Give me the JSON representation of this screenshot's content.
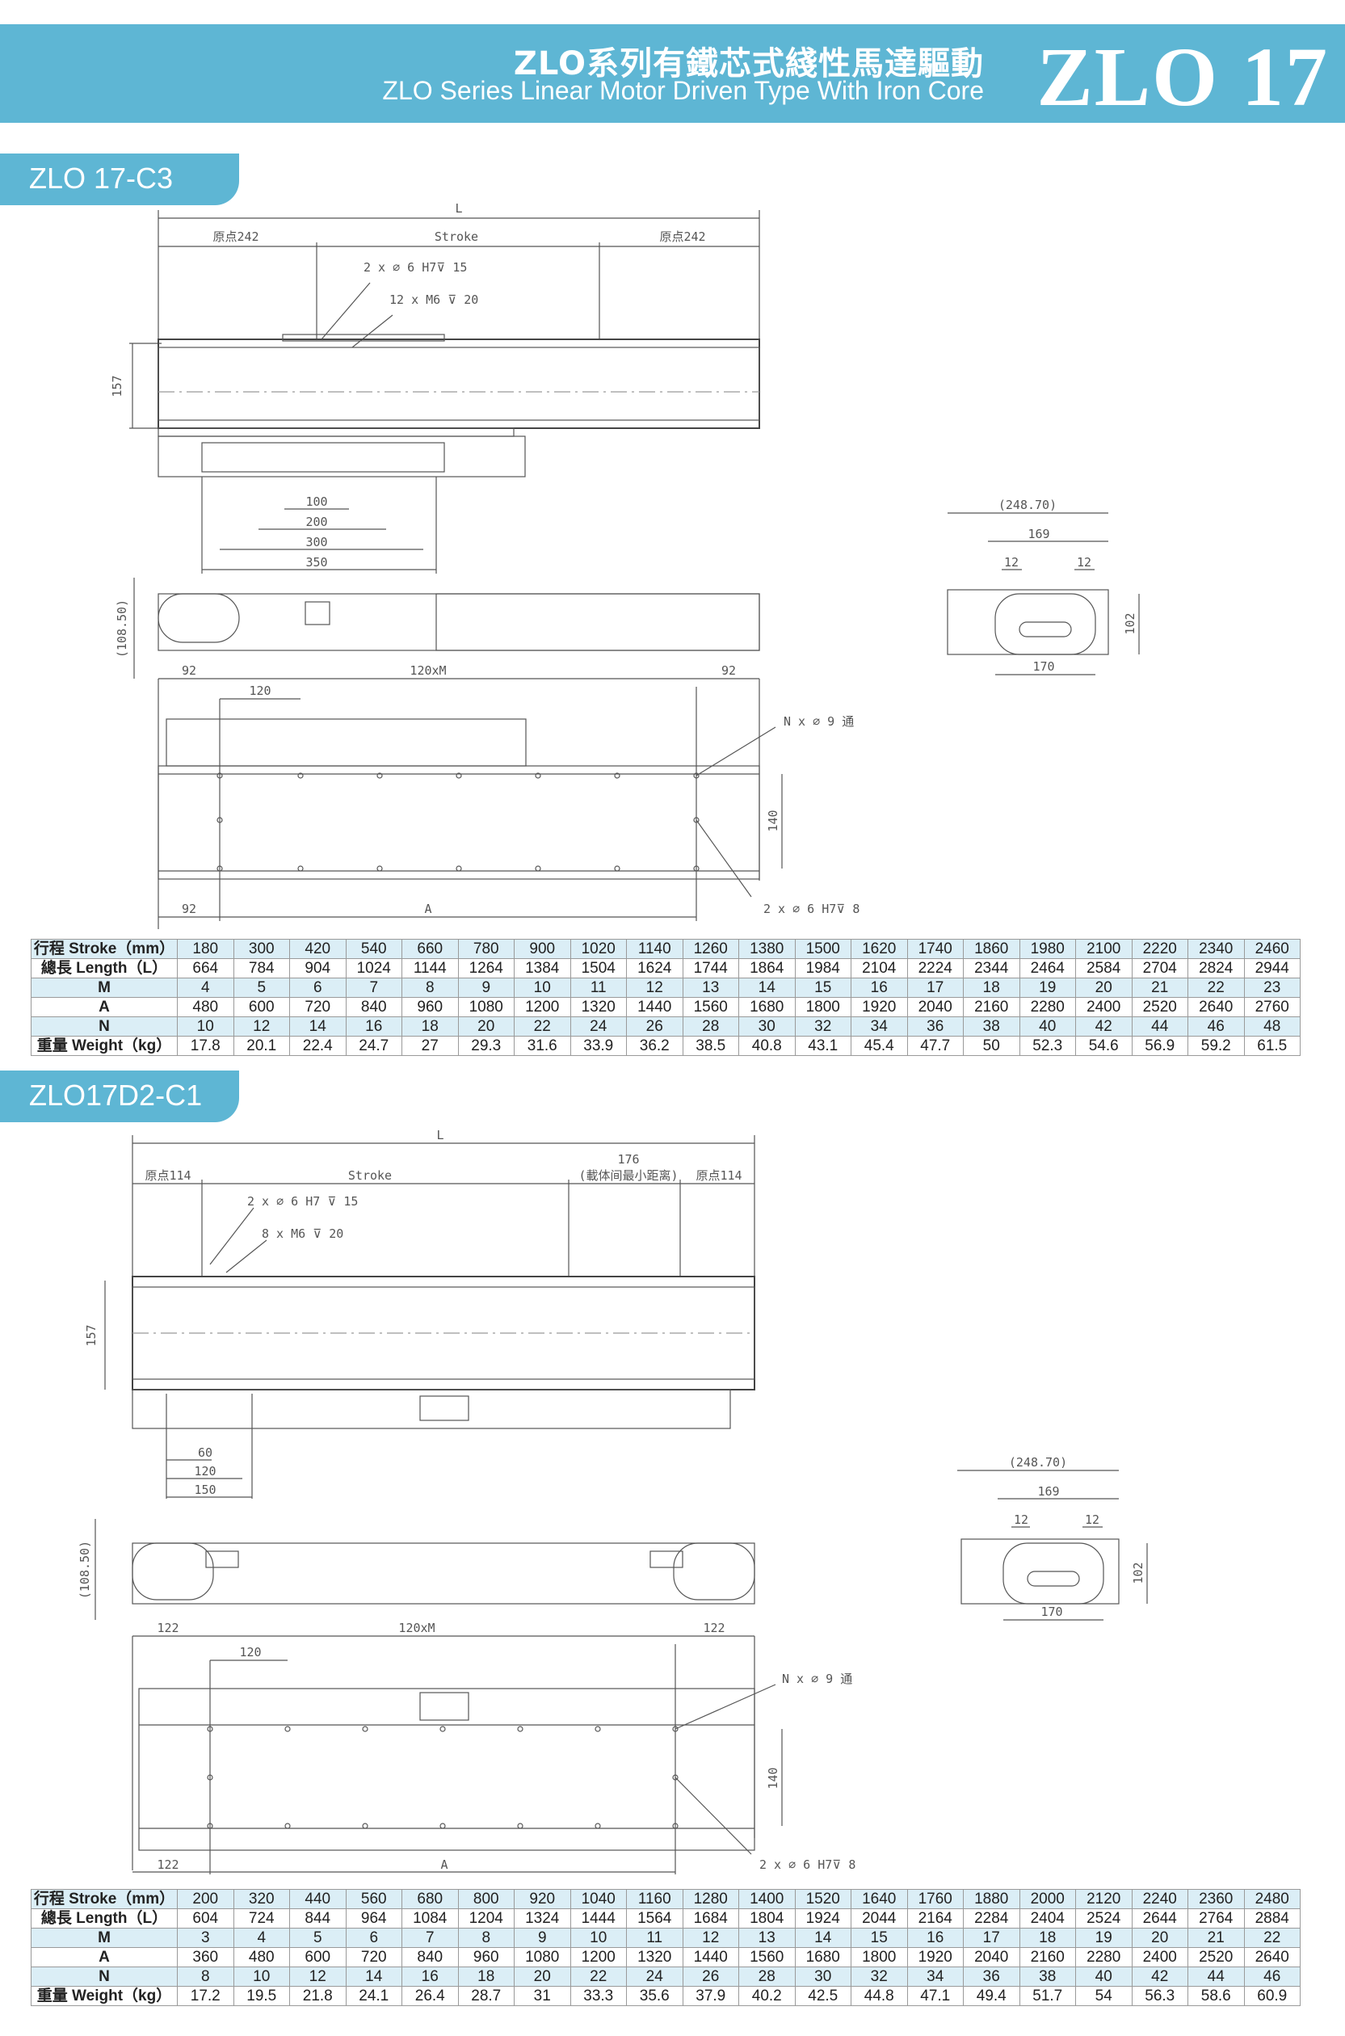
{
  "header": {
    "title_zh": "ZLO系列有鐵芯式綫性馬達驅動",
    "title_en": "ZLO Series Linear Motor Driven Type With Iron Core",
    "model": "ZLO 17"
  },
  "sections": [
    {
      "tab_label": "ZLO 17-C3",
      "dims": {
        "L": "L",
        "origin_left": "原点242",
        "stroke": "Stroke",
        "origin_right": "原点242",
        "hole1": "2 x ∅ 6 H7⊽ 15",
        "hole2": "12 x M6 ⊽ 20",
        "h157": "157",
        "d100": "100",
        "d200": "200",
        "d300": "300",
        "d350": "350",
        "h108": "(108.50)",
        "e92a": "92",
        "pitch": "120xM",
        "e92b": "92",
        "d120": "120",
        "nholes": "N x ∅ 9 通",
        "h140": "140",
        "e92c": "92",
        "a": "A",
        "pin": "2 x ∅ 6 H7⊽ 8",
        "w248": "(248.70)",
        "w169": "169",
        "w12a": "12",
        "w12b": "12",
        "h102": "102",
        "w170": "170"
      },
      "table": {
        "rows": [
          {
            "label": "行程 Stroke（mm）",
            "values": [
              "180",
              "300",
              "420",
              "540",
              "660",
              "780",
              "900",
              "1020",
              "1140",
              "1260",
              "1380",
              "1500",
              "1620",
              "1740",
              "1860",
              "1980",
              "2100",
              "2220",
              "2340",
              "2460"
            ]
          },
          {
            "label": "總長 Length（L）",
            "values": [
              "664",
              "784",
              "904",
              "1024",
              "1144",
              "1264",
              "1384",
              "1504",
              "1624",
              "1744",
              "1864",
              "1984",
              "2104",
              "2224",
              "2344",
              "2464",
              "2584",
              "2704",
              "2824",
              "2944"
            ]
          },
          {
            "label": "M",
            "values": [
              "4",
              "5",
              "6",
              "7",
              "8",
              "9",
              "10",
              "11",
              "12",
              "13",
              "14",
              "15",
              "16",
              "17",
              "18",
              "19",
              "20",
              "21",
              "22",
              "23"
            ]
          },
          {
            "label": "A",
            "values": [
              "480",
              "600",
              "720",
              "840",
              "960",
              "1080",
              "1200",
              "1320",
              "1440",
              "1560",
              "1680",
              "1800",
              "1920",
              "2040",
              "2160",
              "2280",
              "2400",
              "2520",
              "2640",
              "2760"
            ]
          },
          {
            "label": "N",
            "values": [
              "10",
              "12",
              "14",
              "16",
              "18",
              "20",
              "22",
              "24",
              "26",
              "28",
              "30",
              "32",
              "34",
              "36",
              "38",
              "40",
              "42",
              "44",
              "46",
              "48"
            ]
          },
          {
            "label": "重量 Weight（kg）",
            "values": [
              "17.8",
              "20.1",
              "22.4",
              "24.7",
              "27",
              "29.3",
              "31.6",
              "33.9",
              "36.2",
              "38.5",
              "40.8",
              "43.1",
              "45.4",
              "47.7",
              "50",
              "52.3",
              "54.6",
              "56.9",
              "59.2",
              "61.5"
            ]
          }
        ]
      }
    },
    {
      "tab_label": "ZLO17D2-C1",
      "dims": {
        "L": "L",
        "origin_left": "原点114",
        "stroke": "Stroke",
        "d176": "176",
        "min_gap": "(載体间最小距离)",
        "origin_right": "原点114",
        "hole1": "2 x ∅ 6 H7 ⊽ 15",
        "hole2": "8 x M6 ⊽ 20",
        "h157": "157",
        "d60": "60",
        "d120b": "120",
        "d150": "150",
        "h108": "(108.50)",
        "e122a": "122",
        "pitch": "120xM",
        "e122b": "122",
        "d120": "120",
        "nholes": "N x ∅ 9 通",
        "h140": "140",
        "e122c": "122",
        "a": "A",
        "pin": "2 x ∅ 6 H7⊽ 8",
        "w248": "(248.70)",
        "w169": "169",
        "w12a": "12",
        "w12b": "12",
        "h102": "102",
        "w170": "170"
      },
      "table": {
        "rows": [
          {
            "label": "行程 Stroke（mm）",
            "values": [
              "200",
              "320",
              "440",
              "560",
              "680",
              "800",
              "920",
              "1040",
              "1160",
              "1280",
              "1400",
              "1520",
              "1640",
              "1760",
              "1880",
              "2000",
              "2120",
              "2240",
              "2360",
              "2480"
            ]
          },
          {
            "label": "總長 Length（L）",
            "values": [
              "604",
              "724",
              "844",
              "964",
              "1084",
              "1204",
              "1324",
              "1444",
              "1564",
              "1684",
              "1804",
              "1924",
              "2044",
              "2164",
              "2284",
              "2404",
              "2524",
              "2644",
              "2764",
              "2884"
            ]
          },
          {
            "label": "M",
            "values": [
              "3",
              "4",
              "5",
              "6",
              "7",
              "8",
              "9",
              "10",
              "11",
              "12",
              "13",
              "14",
              "15",
              "16",
              "17",
              "18",
              "19",
              "20",
              "21",
              "22"
            ]
          },
          {
            "label": "A",
            "values": [
              "360",
              "480",
              "600",
              "720",
              "840",
              "960",
              "1080",
              "1200",
              "1320",
              "1440",
              "1560",
              "1680",
              "1800",
              "1920",
              "2040",
              "2160",
              "2280",
              "2400",
              "2520",
              "2640"
            ]
          },
          {
            "label": "N",
            "values": [
              "8",
              "10",
              "12",
              "14",
              "16",
              "18",
              "20",
              "22",
              "24",
              "26",
              "28",
              "30",
              "32",
              "34",
              "36",
              "38",
              "40",
              "42",
              "44",
              "46"
            ]
          },
          {
            "label": "重量 Weight（kg）",
            "values": [
              "17.2",
              "19.5",
              "21.8",
              "24.1",
              "26.4",
              "28.7",
              "31",
              "33.3",
              "35.6",
              "37.9",
              "40.2",
              "42.5",
              "44.8",
              "47.1",
              "49.4",
              "51.7",
              "54",
              "56.3",
              "58.6",
              "60.9"
            ]
          }
        ]
      }
    }
  ]
}
